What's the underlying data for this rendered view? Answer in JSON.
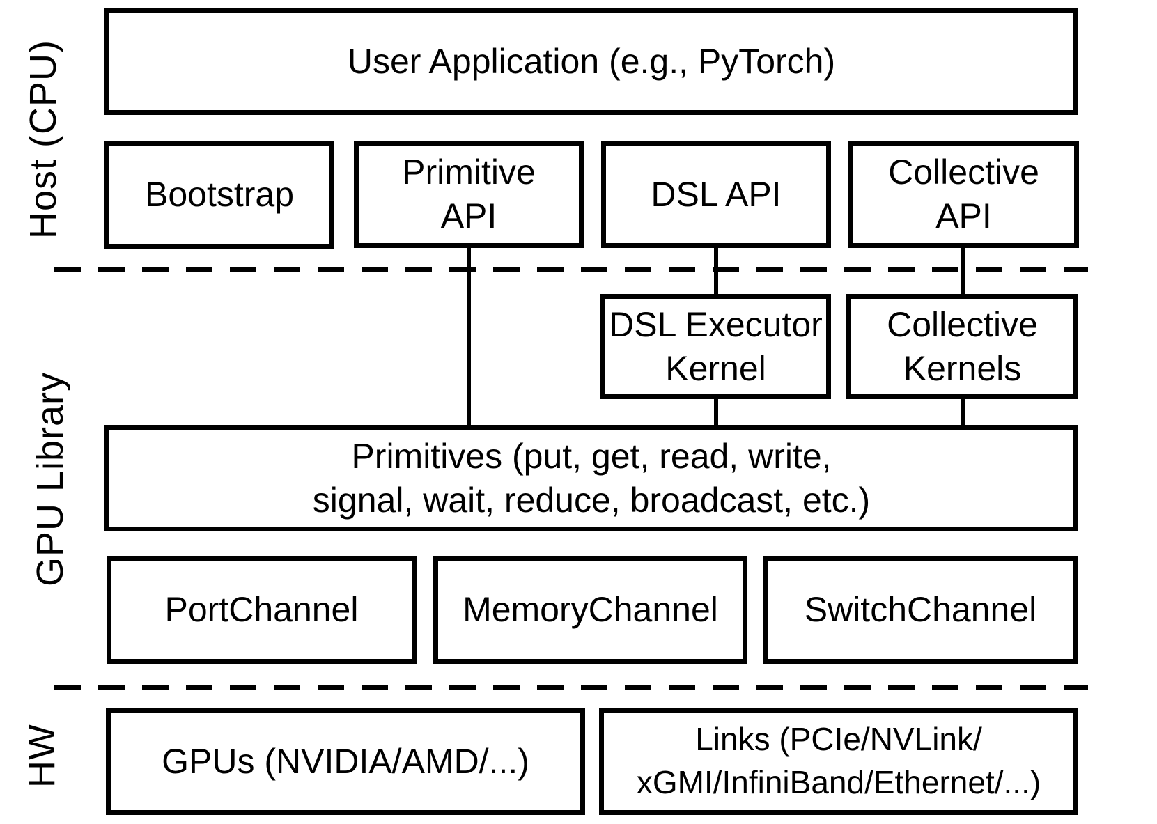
{
  "diagram": {
    "background_color": "#ffffff",
    "line_color": "#000000"
  },
  "side_labels": {
    "host": "Host (CPU)",
    "gpu_library": "GPU Library",
    "hw": "HW"
  },
  "boxes": {
    "user_app": {
      "lines": [
        "User Application (e.g., PyTorch)"
      ]
    },
    "bootstrap": {
      "lines": [
        "Bootstrap"
      ]
    },
    "primitive_api": {
      "lines": [
        "Primitive",
        "API"
      ]
    },
    "dsl_api": {
      "lines": [
        "DSL API"
      ]
    },
    "collective_api": {
      "lines": [
        "Collective",
        "API"
      ]
    },
    "dsl_executor_kernel": {
      "lines": [
        "DSL Executor",
        "Kernel"
      ]
    },
    "collective_kernels": {
      "lines": [
        "Collective",
        "Kernels"
      ]
    },
    "primitives": {
      "lines": [
        "Primitives (put, get, read, write,",
        "signal, wait, reduce, broadcast, etc.)"
      ]
    },
    "port_channel": {
      "lines": [
        "PortChannel"
      ]
    },
    "memory_channel": {
      "lines": [
        "MemoryChannel"
      ]
    },
    "switch_channel": {
      "lines": [
        "SwitchChannel"
      ]
    },
    "gpus": {
      "lines": [
        "GPUs (NVIDIA/AMD/...)"
      ]
    },
    "links": {
      "lines": [
        "Links (PCIe/NVLink/",
        "xGMI/InfiniBand/Ethernet/...)"
      ]
    }
  }
}
